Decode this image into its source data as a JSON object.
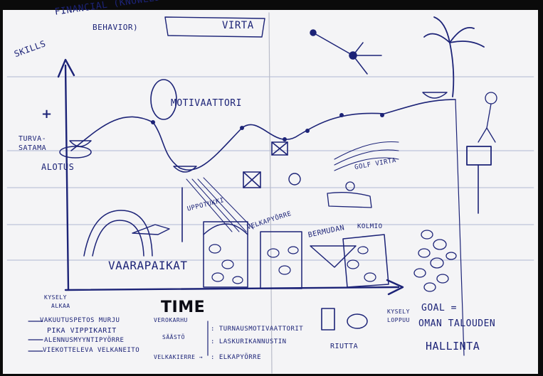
{
  "axes": {
    "y_label_line1": "FINANCIAL (KNOWLEDGE,",
    "y_label_line2": "BEHAVIOR)",
    "y_label_line3": "SKILLS",
    "plus": "+",
    "x_label": "TIME"
  },
  "title": {
    "virta": "VIRTA"
  },
  "places": {
    "turvasatama_1": "TURVA-",
    "turvasatama_2": "SATAMA",
    "alotus": "ALOTUS",
    "motivaattori": "MOTIVAATTORI",
    "golf_virta": "GOLF VIRTA",
    "uppotukki": "UPPOTUKKI",
    "velkapyorre": "VELKAPYÖRRE",
    "bermudan": "BERMUDAN",
    "kolmio": "KOLMIO",
    "vaarapaikat": "VAARAPAIKAT",
    "kysely_alkaa_1": "KYSELY",
    "kysely_alkaa_2": "ALKAA",
    "kysely_loppuu_1": "KYSELY",
    "kysely_loppuu_2": "LOPPUU",
    "riutta": "RIUTTA"
  },
  "legend": {
    "left": [
      "VAKUUTUSPETOS MURJU",
      "PIKA VIPPIKARIT",
      "ALENNUSMYYNTIPYÖRRE",
      "VIEKOTTELEVA VELKANEITO"
    ],
    "middle": [
      "VEROKARHU",
      "SÄÄSTÖ",
      "VELKAKIERRE →"
    ],
    "right": [
      ": TURNAUSMOTIVAATTORIT",
      ": LASKURIKANNUSTIN",
      ": ELKAPYÖRRE"
    ]
  },
  "goal": {
    "line1": "GOAL =",
    "line2": "OMAN TALOUDEN",
    "line3": "HALLINTA"
  },
  "colors": {
    "ink": "#1c2377",
    "paper": "#f4f4f6",
    "frame": "#0b0b0b"
  }
}
